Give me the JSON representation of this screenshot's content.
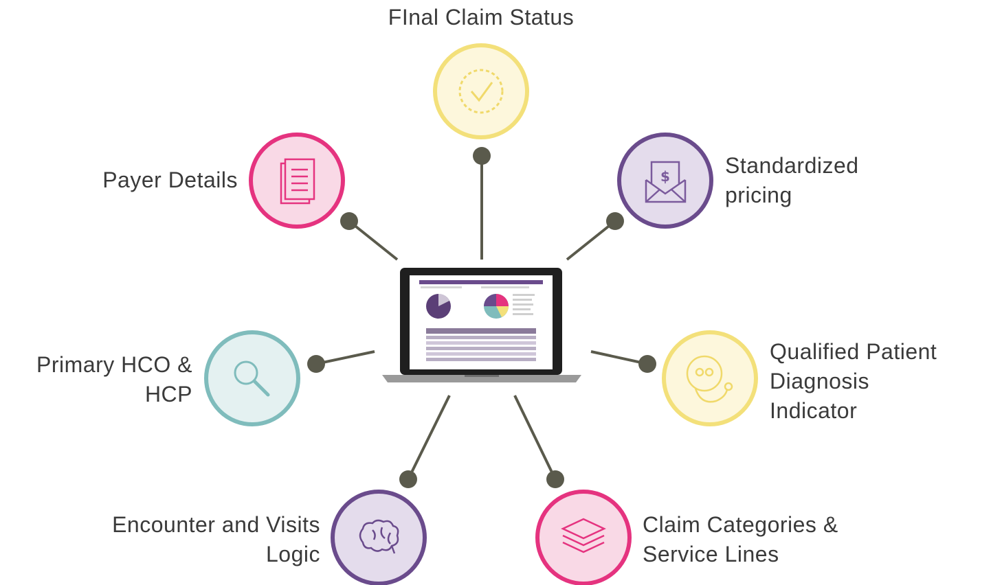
{
  "diagram": {
    "nodes": [
      {
        "id": "final-claim-status",
        "lines": [
          "FInal Claim Status"
        ],
        "icon": "checkmark-icon",
        "color": "#f3e07a",
        "fill": "#fdf7dc"
      },
      {
        "id": "payer-details",
        "lines": [
          "Payer Details"
        ],
        "icon": "document-stack-icon",
        "color": "#e5337f",
        "fill": "#f9d9e6"
      },
      {
        "id": "standardized-pricing",
        "lines": [
          "Standardized",
          "pricing"
        ],
        "icon": "dollar-envelope-icon",
        "color": "#6a4b8c",
        "fill": "#e4dcec"
      },
      {
        "id": "primary-hco-hcp",
        "lines": [
          "Primary HCO &",
          "HCP"
        ],
        "icon": "magnifier-icon",
        "color": "#7fbcbc",
        "fill": "#e4f1f1"
      },
      {
        "id": "qualified-patient-diagnosis",
        "lines": [
          "Qualified Patient",
          "Diagnosis",
          "Indicator"
        ],
        "icon": "stethoscope-icon",
        "color": "#f3e07a",
        "fill": "#fdf7dc"
      },
      {
        "id": "encounter-visits-logic",
        "lines": [
          "Encounter and Visits",
          "Logic"
        ],
        "icon": "brain-icon",
        "color": "#6a4b8c",
        "fill": "#e4dcec"
      },
      {
        "id": "claim-categories-service-lines",
        "lines": [
          "Claim Categories &",
          "Service Lines"
        ],
        "icon": "layers-icon",
        "color": "#e5337f",
        "fill": "#f9d9e6"
      }
    ],
    "connector_color": "#5a5a4c",
    "center": {
      "icon": "laptop-icon"
    }
  }
}
